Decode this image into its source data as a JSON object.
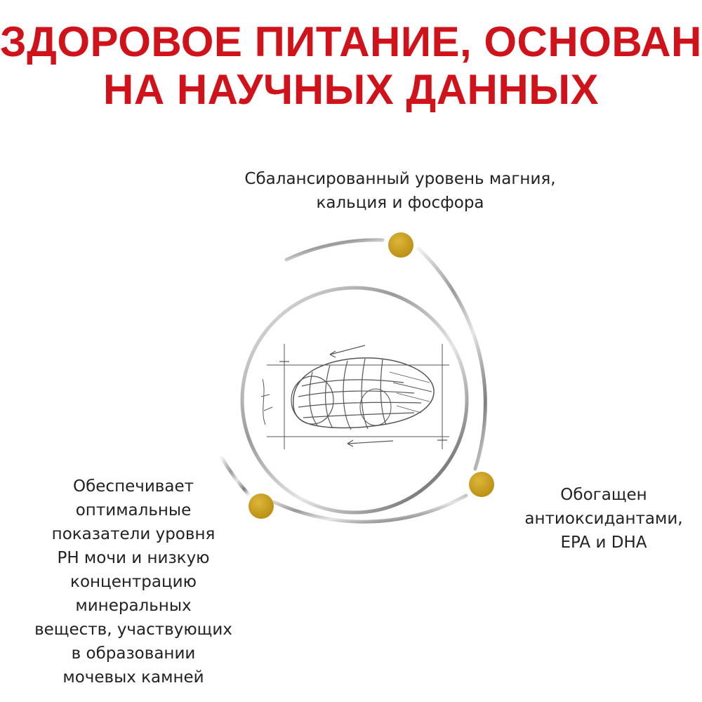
{
  "headline": {
    "line1": "ЗДОРОВОЕ ПИТАНИЕ, ОСНОВАННОЕ",
    "line2": "НА НАУЧНЫХ ДАННЫХ",
    "color": "#d0121b"
  },
  "callouts": {
    "top": [
      "Сбалансированный уровень магния,",
      "кальция и фосфора"
    ],
    "right": [
      "Обогащен",
      "антиоксидантами,",
      "EPA и DHA"
    ],
    "left": [
      "Обеспечивает",
      "оптимальные",
      "показатели уровня",
      "PH мочи и низкую",
      "концентрацию",
      "минеральных",
      "веществ, участвующих",
      "в образовании",
      "мочевых камней"
    ]
  },
  "colors": {
    "marker": "#c9a023",
    "ring": "#a9a9a9",
    "sketch": "#555555"
  },
  "icons": {
    "kibble": "kibble-sketch-icon"
  }
}
